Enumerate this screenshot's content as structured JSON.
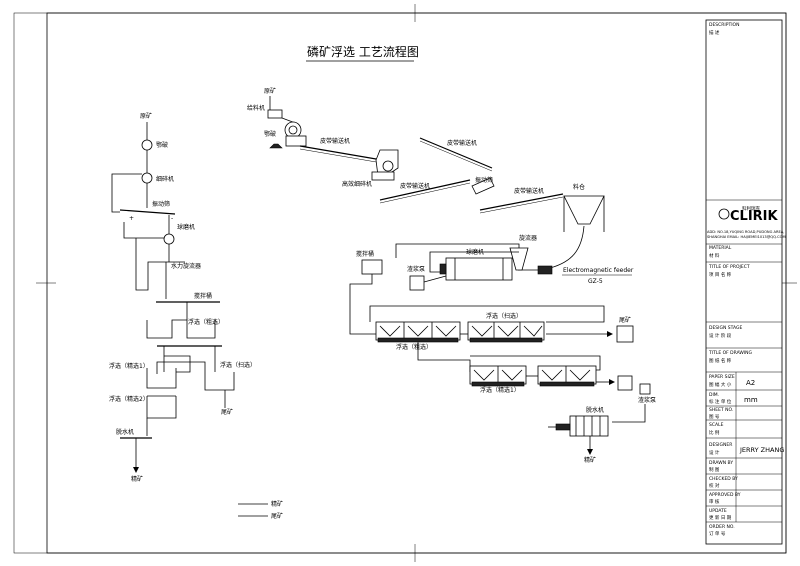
{
  "title": "磷矿浮选 工艺流程图",
  "left_flow": {
    "raw_ore": "原矿",
    "jaw_crusher": "鄂破",
    "crusher": "细碎机",
    "vibrating_screen": "振动筛",
    "ball_mill": "球磨机",
    "hydrocyclone": "水力旋流器",
    "agitation_tank": "搅拌桶",
    "rougher": "浮选（粗选）",
    "cleaner1": "浮选（精选1）",
    "scavenger": "浮选（扫选）",
    "cleaner2": "浮选（精选2）",
    "tailings_a": "尾矿",
    "dewatering": "脱水机",
    "concentrate": "精矿",
    "screen_plus": "+",
    "screen_minus": "-"
  },
  "legend": {
    "concentrate": "精矿",
    "tailings": "尾矿"
  },
  "right_flow": {
    "raw_ore": "原矿",
    "feeder": "给料机",
    "jaw_crusher": "鄂破",
    "belt1": "皮带输送机",
    "belt2": "皮带输送机",
    "hammer_crusher": "高效细碎机",
    "belt3": "皮带输送机",
    "vibrating_screen": "振动筛",
    "belt4": "皮带输送机",
    "silo": "料仓",
    "cyclone": "旋流器",
    "agitator": "搅拌桶",
    "slurry_pump1": "渣浆泵",
    "ball_mill": "球磨机",
    "em_feeder": "Electromagnetic feeder",
    "em_feeder_model": "GZ-5",
    "rougher": "浮选（粗选）",
    "scavenger": "浮选（扫选）",
    "tailings": "尾矿",
    "cleaner1": "浮选（精选1）",
    "slurry_pump2": "渣浆泵",
    "dewatering": "脱水机",
    "concentrate": "精矿"
  },
  "title_block": {
    "description_label": "DESCRIPTION",
    "description_cn": "描 述",
    "logo_text": "CLIRIK",
    "logo_cn": "科利瑞克",
    "address_line1": "ADD: NO.18,YUQING ROAD,PUDONG AREA,",
    "address_line2": "SHANGHAI EMAIL: HAIJIEMEI1013@QQ.COM",
    "material_label": "MATERIAL",
    "material_cn": "材 料",
    "project_label": "TITLE OF PROJECT",
    "project_cn": "项 目 名 称",
    "design_stage_label": "DESIGN STAGE",
    "design_stage_cn": "设 计 阶 段",
    "drawing_title_label": "TITLE OF DRAWING",
    "drawing_title_cn": "图 纸 名 称",
    "paper_size_label": "PAPER SIZE",
    "paper_size_cn": "图 幅 大 小",
    "paper_size_value": "A2",
    "dim_label": "DIM.",
    "dim_cn": "标 注 单 位",
    "dim_value": "mm",
    "sheet_label": "SHEET NO.",
    "sheet_cn": "图 号",
    "scale_label": "SCALE",
    "scale_cn": "比 例",
    "designer_label": "DESIGNER",
    "designer_cn": "设 计",
    "designer_value": "JERRY ZHANG",
    "drawn_label": "DRAWN BY",
    "drawn_cn": "制 图",
    "checked_label": "CHECKED BY",
    "checked_cn": "校 对",
    "approved_label": "APPROVED BY",
    "approved_cn": "审 核",
    "update_label": "UPDATE",
    "update_cn": "更 新 日 期",
    "order_label": "ORDER NO.",
    "order_cn": "订 单 号"
  }
}
